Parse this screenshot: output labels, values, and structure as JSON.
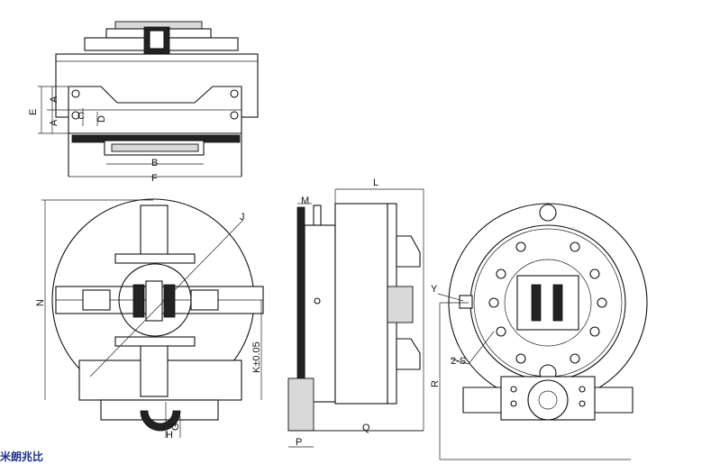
{
  "labels": {
    "A_top": "A",
    "A_bottom": "A",
    "E": "E",
    "C": "C",
    "D": "D",
    "B": "B",
    "F": "F",
    "N": "N",
    "J": "J",
    "K": "K±0.05",
    "G": "G",
    "H": "H",
    "M": "M",
    "L": "L",
    "P": "P",
    "Q": "Q",
    "Y": "Y",
    "S": "2-S",
    "R": "R"
  },
  "caption": "米朗兆比"
}
